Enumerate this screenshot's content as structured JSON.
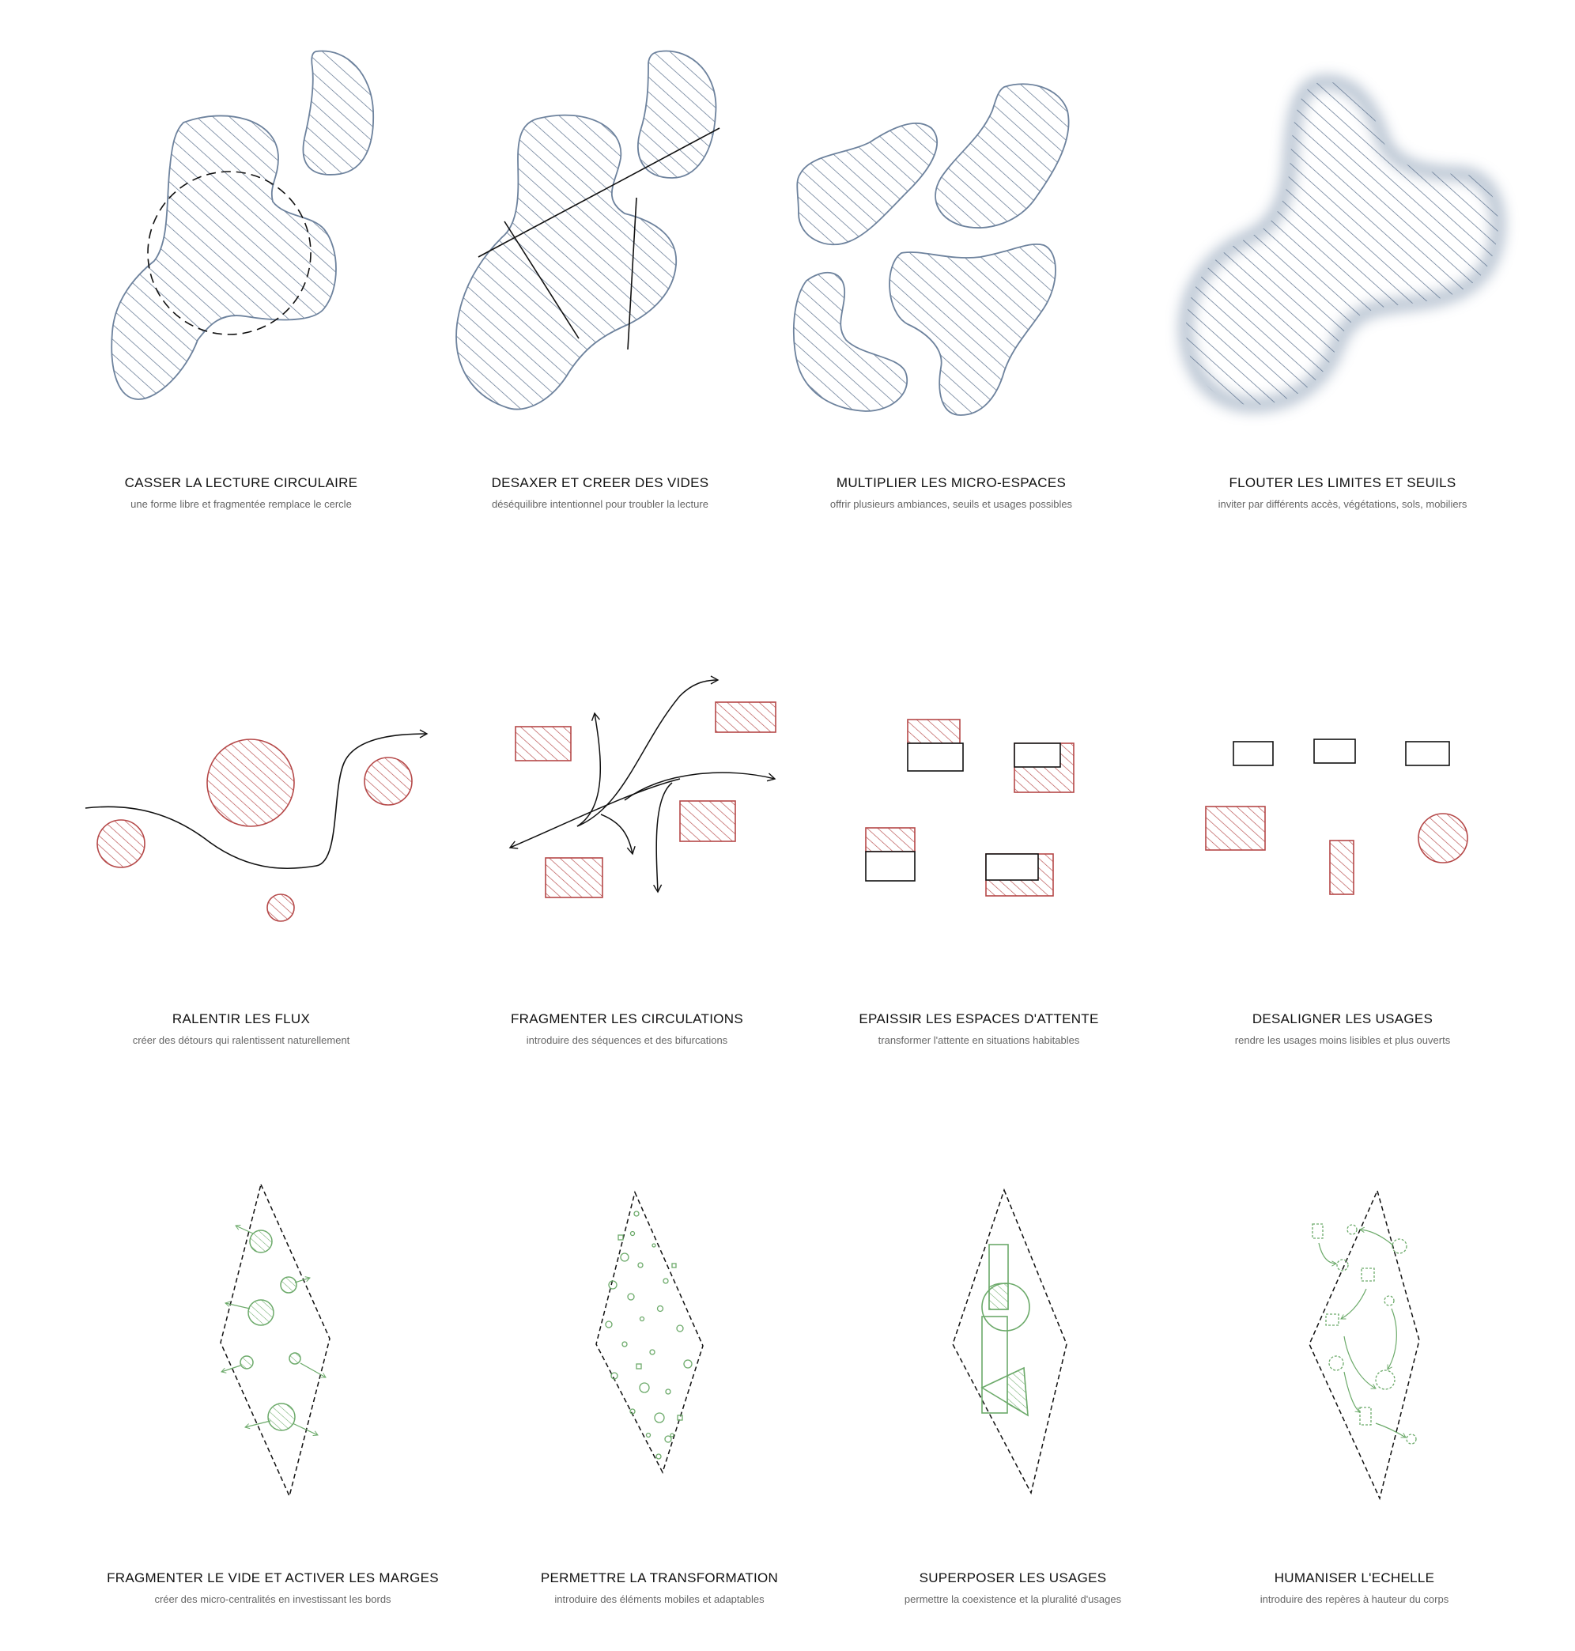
{
  "colors": {
    "blue": "#6d829d",
    "red": "#b54848",
    "green": "#6caa6a",
    "ink": "#111111"
  },
  "rows": [
    {
      "theme": "blue",
      "panels": [
        {
          "title": "CASSER LA LECTURE CIRCULAIRE",
          "subtitle": "une forme libre et fragmentée remplace le cercle"
        },
        {
          "title": "DESAXER ET CREER DES VIDES",
          "subtitle": "déséquilibre intentionnel pour troubler la lecture"
        },
        {
          "title": "MULTIPLIER LES MICRO-ESPACES",
          "subtitle": "offrir plusieurs ambiances, seuils et  usages possibles"
        },
        {
          "title": "FLOUTER LES LIMITES ET SEUILS",
          "subtitle": "inviter par différents accès, végétations, sols, mobiliers"
        }
      ]
    },
    {
      "theme": "red",
      "panels": [
        {
          "title": "RALENTIR LES FLUX",
          "subtitle": "créer des détours qui ralentissent naturellement"
        },
        {
          "title": "FRAGMENTER LES CIRCULATIONS",
          "subtitle": "introduire des séquences et des bifurcations"
        },
        {
          "title": "EPAISSIR LES ESPACES D'ATTENTE",
          "subtitle": "transformer l'attente en situations habitables"
        },
        {
          "title": "DESALIGNER LES USAGES",
          "subtitle": "rendre les usages moins lisibles et plus ouverts"
        }
      ]
    },
    {
      "theme": "green",
      "panels": [
        {
          "title": "FRAGMENTER LE VIDE ET ACTIVER LES MARGES",
          "subtitle": "créer des micro-centralités en investissant les bords"
        },
        {
          "title": "PERMETTRE LA TRANSFORMATION",
          "subtitle": "introduire des éléments mobiles et adaptables"
        },
        {
          "title": "SUPERPOSER LES USAGES",
          "subtitle": "permettre la coexistence et la pluralité d'usages"
        },
        {
          "title": "HUMANISER L'ECHELLE",
          "subtitle": "introduire des repères à hauteur du corps"
        }
      ]
    }
  ]
}
